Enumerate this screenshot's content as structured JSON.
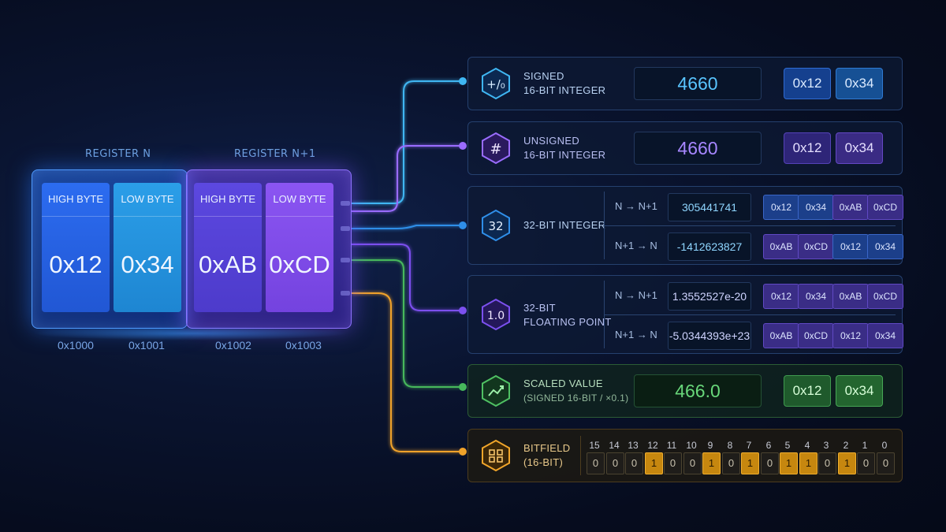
{
  "registers": [
    {
      "label": "REGISTER N",
      "bytes": [
        {
          "header": "HIGH BYTE",
          "value": "0x12",
          "address": "0x1000"
        },
        {
          "header": "LOW BYTE",
          "value": "0x34",
          "address": "0x1001"
        }
      ]
    },
    {
      "label": "REGISTER N+1",
      "bytes": [
        {
          "header": "HIGH BYTE",
          "value": "0xAB",
          "address": "0x1002"
        },
        {
          "header": "LOW BYTE",
          "value": "0xCD",
          "address": "0x1003"
        }
      ]
    }
  ],
  "panels": {
    "signed": {
      "icon": "plus-slash-percent-icon",
      "icon_text": "+/₀",
      "title_line1": "SIGNED",
      "title_line2": "16-BIT INTEGER",
      "value": "4660",
      "bytes": [
        "0x12",
        "0x34"
      ],
      "color": "#39b3f0"
    },
    "unsigned": {
      "icon": "hash-icon",
      "icon_text": "#",
      "title_line1": "UNSIGNED",
      "title_line2": "16-BIT INTEGER",
      "value": "4660",
      "bytes": [
        "0x12",
        "0x34"
      ],
      "color": "#9b6dff"
    },
    "int32": {
      "icon": "number-32-icon",
      "icon_text": "32",
      "title_line1": "32-BIT INTEGER",
      "rows": [
        {
          "order": "N → N+1",
          "value": "305441741",
          "bytes": [
            "0x12",
            "0x34",
            "0xAB",
            "0xCD"
          ]
        },
        {
          "order": "N+1 → N",
          "value": "-1412623827",
          "bytes": [
            "0xAB",
            "0xCD",
            "0x12",
            "0x34"
          ]
        }
      ],
      "color": "#2e8fe6"
    },
    "float32": {
      "icon": "decimal-icon",
      "icon_text": "1.0",
      "title_line1": "32-BIT",
      "title_line2": "FLOATING POINT",
      "rows": [
        {
          "order": "N → N+1",
          "value": "1.3552527e-20",
          "bytes": [
            "0x12",
            "0x34",
            "0xAB",
            "0xCD"
          ]
        },
        {
          "order": "N+1 → N",
          "value": "-5.0344393e+23",
          "bytes": [
            "0xAB",
            "0xCD",
            "0x12",
            "0x34"
          ]
        }
      ],
      "color": "#7c52ee"
    },
    "scaled": {
      "icon": "trend-chart-icon",
      "title_line1": "SCALED VALUE",
      "title_line2": "(SIGNED 16-BIT / ×0.1)",
      "value": "466.0",
      "bytes": [
        "0x12",
        "0x34"
      ],
      "color": "#4fc163"
    },
    "bitfield": {
      "icon": "grid-icon",
      "title_line1": "BITFIELD",
      "title_line2": "(16-BIT)",
      "bit_numbers": [
        "15",
        "14",
        "13",
        "12",
        "11",
        "10",
        "9",
        "8",
        "7",
        "6",
        "5",
        "4",
        "3",
        "2",
        "1",
        "0"
      ],
      "bits": [
        "0",
        "0",
        "0",
        "1",
        "0",
        "0",
        "1",
        "0",
        "1",
        "0",
        "1",
        "1",
        "0",
        "1",
        "0",
        "0"
      ],
      "color": "#f0a52a"
    }
  }
}
